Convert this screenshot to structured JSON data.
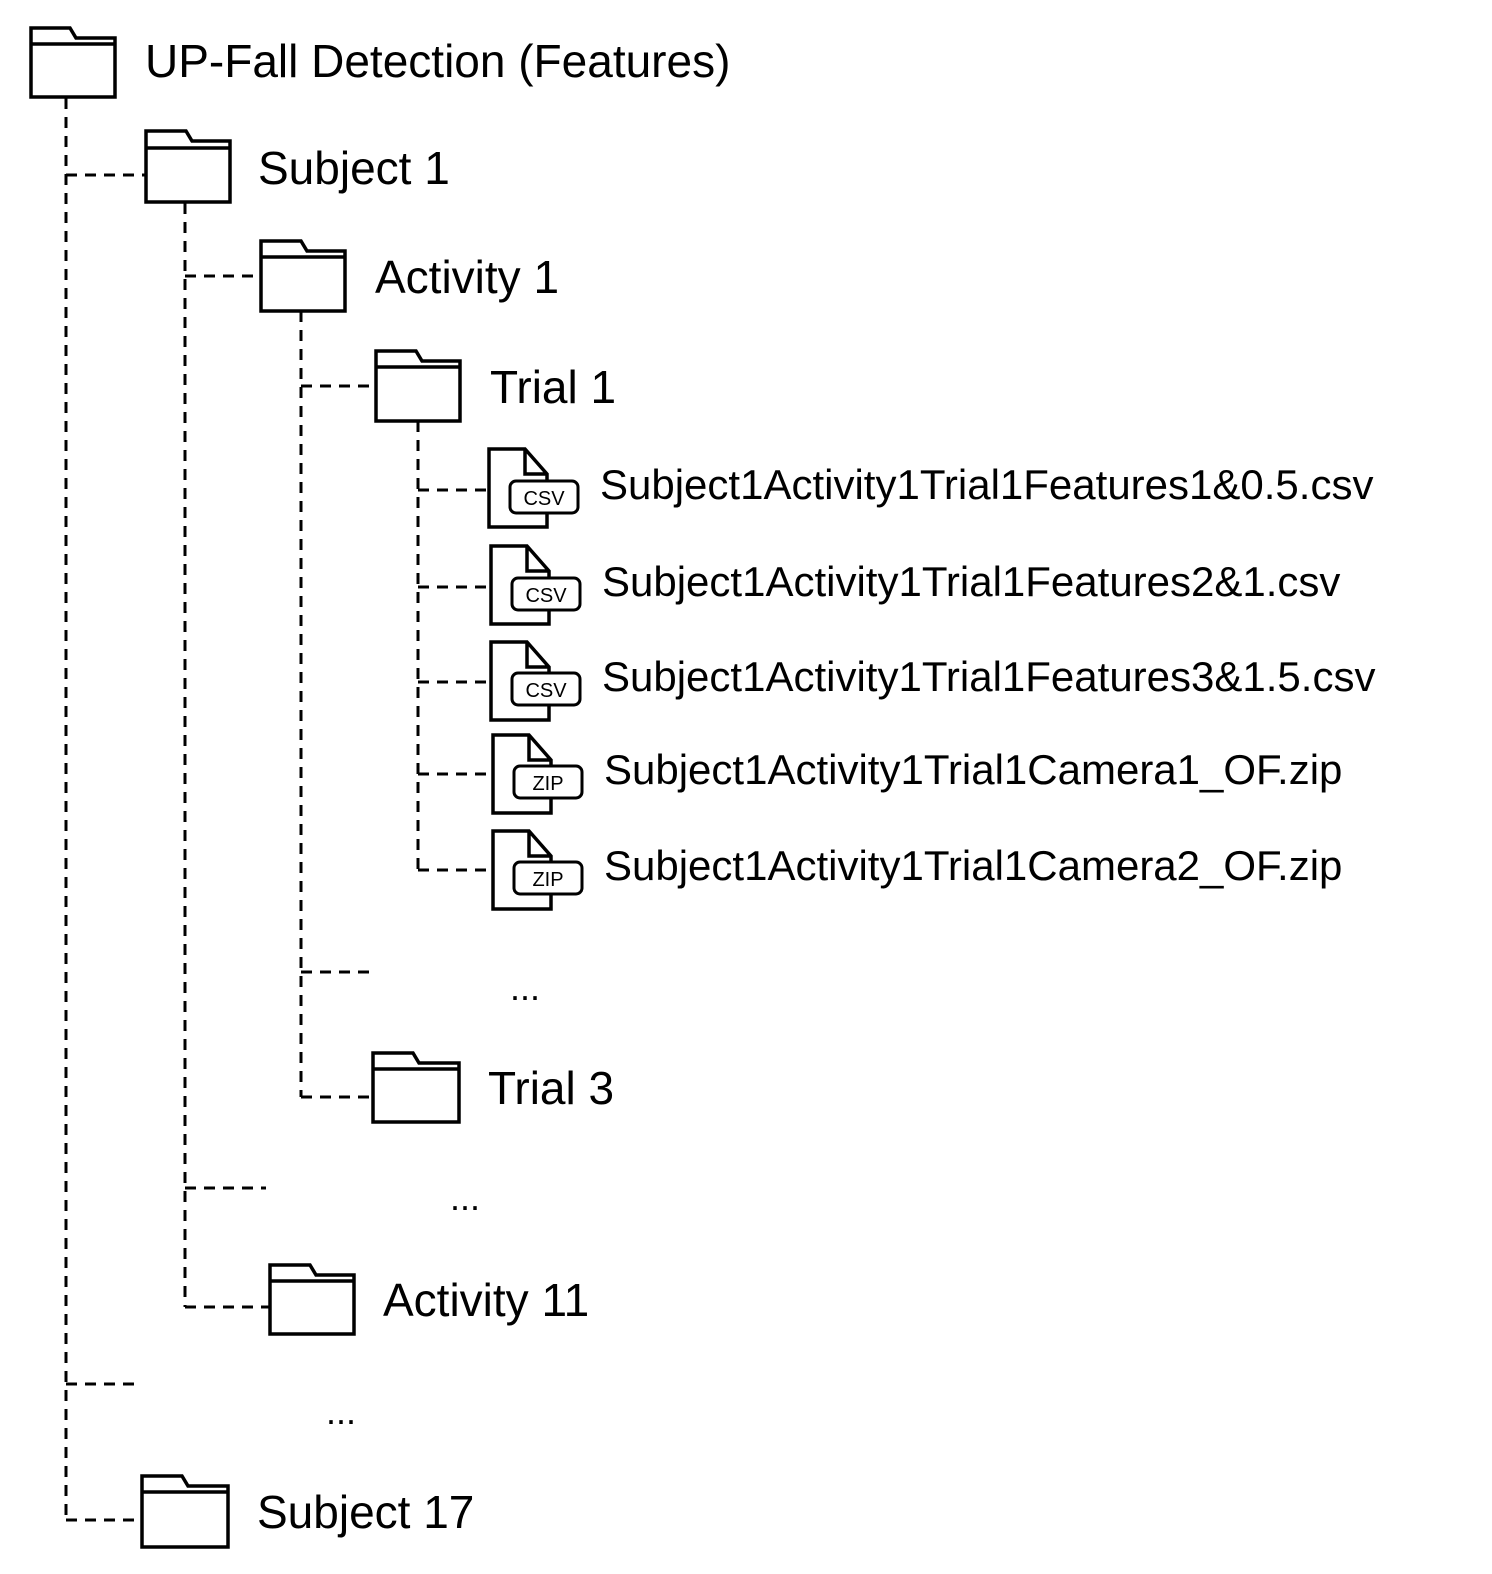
{
  "root": {
    "label": "UP-Fall Detection (Features)",
    "icon": "folder-icon"
  },
  "subject1": {
    "label": "Subject 1",
    "icon": "folder-icon"
  },
  "activity1": {
    "label": "Activity 1",
    "icon": "folder-icon"
  },
  "trial1": {
    "label": "Trial 1",
    "icon": "folder-icon"
  },
  "files": [
    {
      "label": "Subject1Activity1Trial1Features1&0.5.csv",
      "type": "CSV",
      "icon": "csv-file-icon"
    },
    {
      "label": "Subject1Activity1Trial1Features2&1.csv",
      "type": "CSV",
      "icon": "csv-file-icon"
    },
    {
      "label": "Subject1Activity1Trial1Features3&1.5.csv",
      "type": "CSV",
      "icon": "csv-file-icon"
    },
    {
      "label": "Subject1Activity1Trial1Camera1_OF.zip",
      "type": "ZIP",
      "icon": "zip-file-icon"
    },
    {
      "label": "Subject1Activity1Trial1Camera2_OF.zip",
      "type": "ZIP",
      "icon": "zip-file-icon"
    }
  ],
  "ellipsis_trials": "...",
  "trial3": {
    "label": "Trial 3",
    "icon": "folder-icon"
  },
  "ellipsis_activities": "...",
  "activity11": {
    "label": "Activity 11",
    "icon": "folder-icon"
  },
  "ellipsis_subjects": "...",
  "subject17": {
    "label": "Subject 17",
    "icon": "folder-icon"
  }
}
